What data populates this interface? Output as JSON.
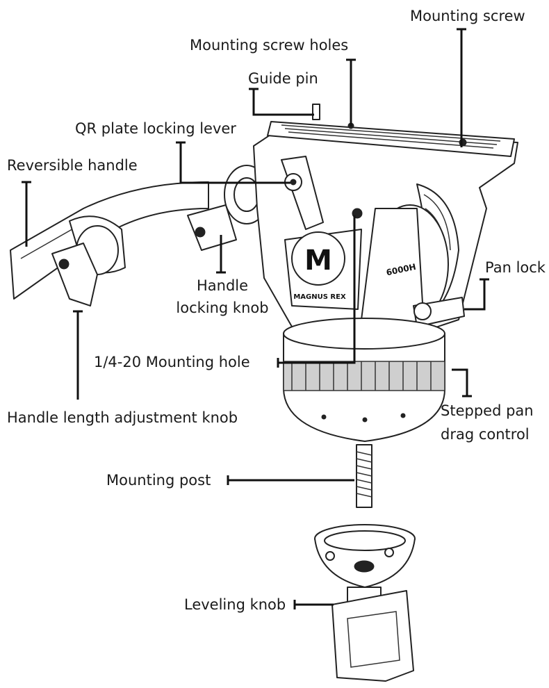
{
  "labels": {
    "mounting_screw": "Mounting screw",
    "mounting_screw_holes": "Mounting screw holes",
    "guide_pin": "Guide pin",
    "qr_plate_locking_lever": "QR plate locking lever",
    "reversible_handle": "Reversible handle",
    "pan_lock": "Pan lock",
    "handle_locking_knob_1": "Handle",
    "handle_locking_knob_2": "locking knob",
    "mounting_hole": "1/4-20  Mounting hole",
    "stepped_pan_drag_1": "Stepped pan",
    "stepped_pan_drag_2": "drag control",
    "handle_length_adjustment_knob": "Handle length adjustment knob",
    "mounting_post": "Mounting post",
    "leveling_knob": "Leveling knob"
  },
  "product": {
    "logo_letter": "M",
    "logo_text": "MAGNUS REX",
    "model": "6000H"
  },
  "colors": {
    "line": "#111111",
    "text": "#1a1a1a",
    "background": "#ffffff"
  }
}
